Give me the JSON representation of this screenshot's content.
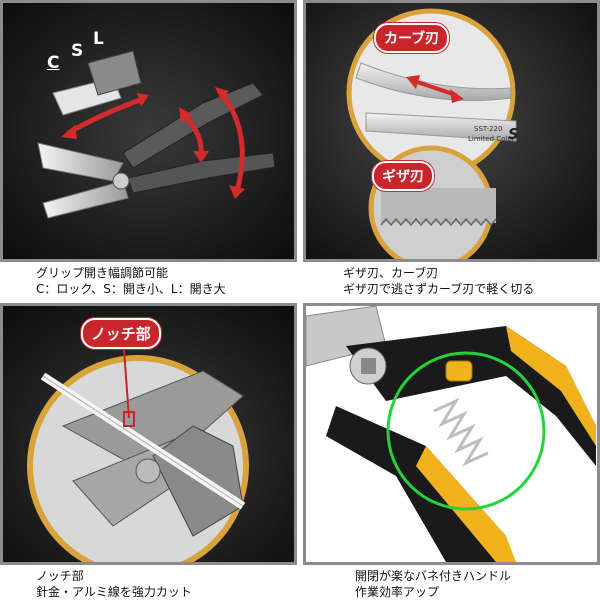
{
  "panels": [
    {
      "id": "grip-adjust",
      "letters": [
        "C",
        "S",
        "L"
      ],
      "caption_lines": [
        "グリップ開き幅調節可能",
        "C：ロック、S：開き小、L：開き大"
      ]
    },
    {
      "id": "blades",
      "tags": [
        "カーブ刃",
        "ギザ刃"
      ],
      "blade_text": [
        "SST-220",
        "Limited Color",
        "S"
      ],
      "caption_lines": [
        "ギザ刃、カーブ刃",
        "ギザ刃で逃さずカーブ刃で軽く切る"
      ]
    },
    {
      "id": "notch",
      "tags": [
        "ノッチ部"
      ],
      "caption_lines": [
        "ノッチ部",
        "針金・アルミ線を強力カット"
      ]
    },
    {
      "id": "spring-handle",
      "caption_lines": [
        "開閉が楽なバネ付きハンドル",
        "作業効率アップ"
      ]
    }
  ],
  "colors": {
    "tag_red": "#c9262b",
    "arrow_red": "#d42a2a",
    "handle_yellow": "#f2b21b",
    "circle_green": "#22d43a",
    "gold_ring": "#d9a23b"
  }
}
